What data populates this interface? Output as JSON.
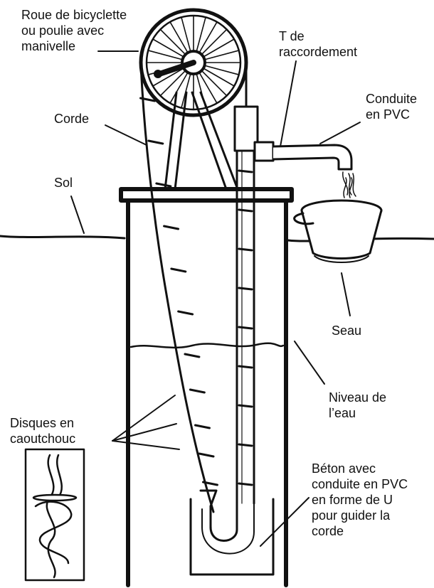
{
  "labels": {
    "wheel": "Roue de bicyclette\nou poulie avec\nmanivelle",
    "tee": "T de\nraccordement",
    "pipe": "Conduite\nen PVC",
    "rope": "Corde",
    "ground": "Sol",
    "bucket": "Seau",
    "water_level": "Niveau de\nl’eau",
    "discs": "Disques en\ncaoutchouc",
    "concrete": "Béton avec\nconduite en PVC\nen forme de U\npour guider la\ncorde"
  },
  "colors": {
    "ink": "#111111",
    "background": "#ffffff"
  }
}
